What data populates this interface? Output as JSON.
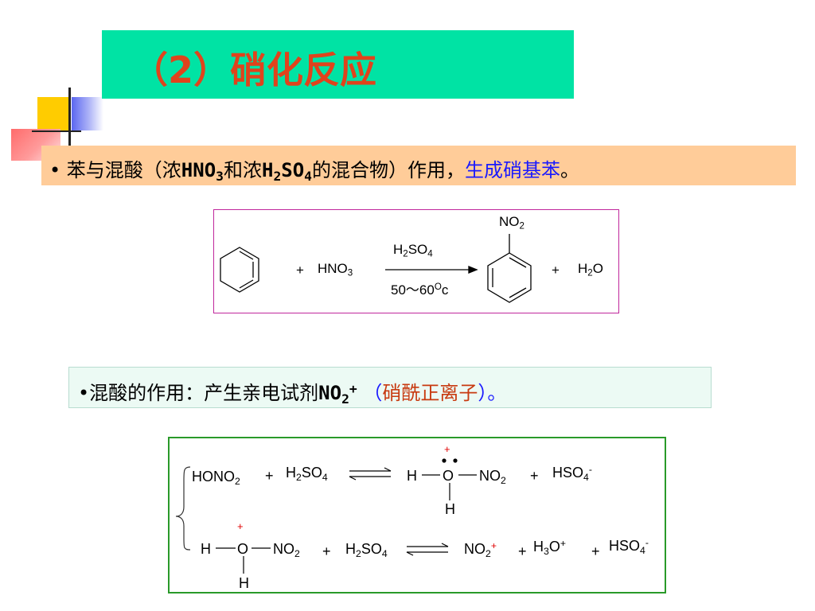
{
  "title": "（2）硝化反应",
  "bullet1": {
    "bullet": "•",
    "p1": "苯与混酸（浓",
    "hno3": "HNO",
    "sub3": "3",
    "p2": "和浓",
    "h": "H",
    "sub2": "2",
    "so": "SO",
    "sub4": "4",
    "p3": "的混合物）作用，",
    "highlight": "生成硝基苯",
    "p4": "。"
  },
  "reaction1": {
    "plus1": "+",
    "reagent": "HNO",
    "reagent_sub": "3",
    "catalyst_h": "H",
    "catalyst_sub2": "2",
    "catalyst_so": "SO",
    "catalyst_sub4": "4",
    "temperature": "50～60",
    "temp_sup": "O",
    "temp_unit": "c",
    "product_group": "NO",
    "product_group_sub": "2",
    "plus2": "+",
    "water_h": "H",
    "water_sub": "2",
    "water_o": "O"
  },
  "bullet2": {
    "bullet": "•",
    "p1": "混酸的作用：产生亲电试剂",
    "reagent": "NO",
    "reagent_sub": "2",
    "reagent_sup": "+",
    "p2": " （",
    "paren_text": "硝酰正离子",
    "p3": "）。"
  },
  "mechanism": {
    "line1": {
      "hono": "HONO",
      "hono_sub": "2",
      "plus1": "+",
      "h2so4_h": "H",
      "h2so4_sub2": "2",
      "h2so4_so": "SO",
      "h2so4_sub4": "4",
      "h": "H",
      "o": "O",
      "no": "NO",
      "no_sub": "2",
      "plus2": "+",
      "hso": "HSO",
      "hso_sub": "4",
      "hso_sup": "-",
      "charge": "+",
      "bottom_h": "H"
    },
    "line2": {
      "h": "H",
      "o": "O",
      "no": "NO",
      "no_sub": "2",
      "plus1": "+",
      "h2so4_h": "H",
      "h2so4_sub2": "2",
      "h2so4_so": "SO",
      "h2so4_sub4": "4",
      "nitronium": "NO",
      "nitronium_sub": "2",
      "nitronium_sup": "+",
      "plus2": "+",
      "h3o": "H",
      "h3o_sub": "3",
      "h3o_o": "O",
      "h3o_sup": "+",
      "plus3": "+",
      "hso": "HSO",
      "hso_sub": "4",
      "hso_sup": "-",
      "charge": "+",
      "bottom_h": "H"
    }
  },
  "colors": {
    "title_bg": "#00e3a4",
    "title_text": "#e0431c",
    "bullet1_bg": "#ffcc99",
    "highlight": "#1a1aff",
    "accent_red": "#c83a10",
    "mech_border": "#2a9a2a",
    "rxn_border": "#c0279c"
  }
}
